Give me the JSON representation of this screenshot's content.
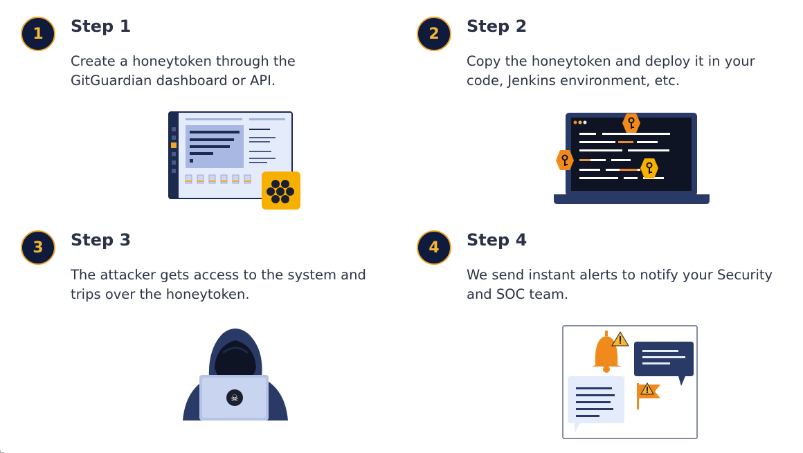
{
  "steps": [
    {
      "number": "1",
      "title": "Step 1",
      "description_line1": "Create a honeytoken through the",
      "description_line2": "GitGuardian dashboard or API."
    },
    {
      "number": "2",
      "title": "Step 2",
      "description_line1": "Copy the honeytoken and deploy it in your",
      "description_line2": "code, Jenkins environment, etc."
    },
    {
      "number": "3",
      "title": "Step 3",
      "description_line1": "The attacker gets access to the system and",
      "description_line2": "trips over the honeytoken."
    },
    {
      "number": "4",
      "title": "Step 4",
      "description_line1": "We send instant alerts to notify your Security",
      "description_line2": "and SOC team."
    }
  ],
  "colors": {
    "badge_bg": "#0f1b3d",
    "badge_ring": "#f2a72a",
    "badge_text": "#f7b731",
    "accent_orange": "#f08a1c",
    "navy": "#1c2a4f",
    "text": "#2b3245"
  },
  "illustrations": [
    "dashboard-illustration",
    "laptop-code-illustration",
    "hooded-attacker-illustration",
    "alerts-illustration"
  ]
}
